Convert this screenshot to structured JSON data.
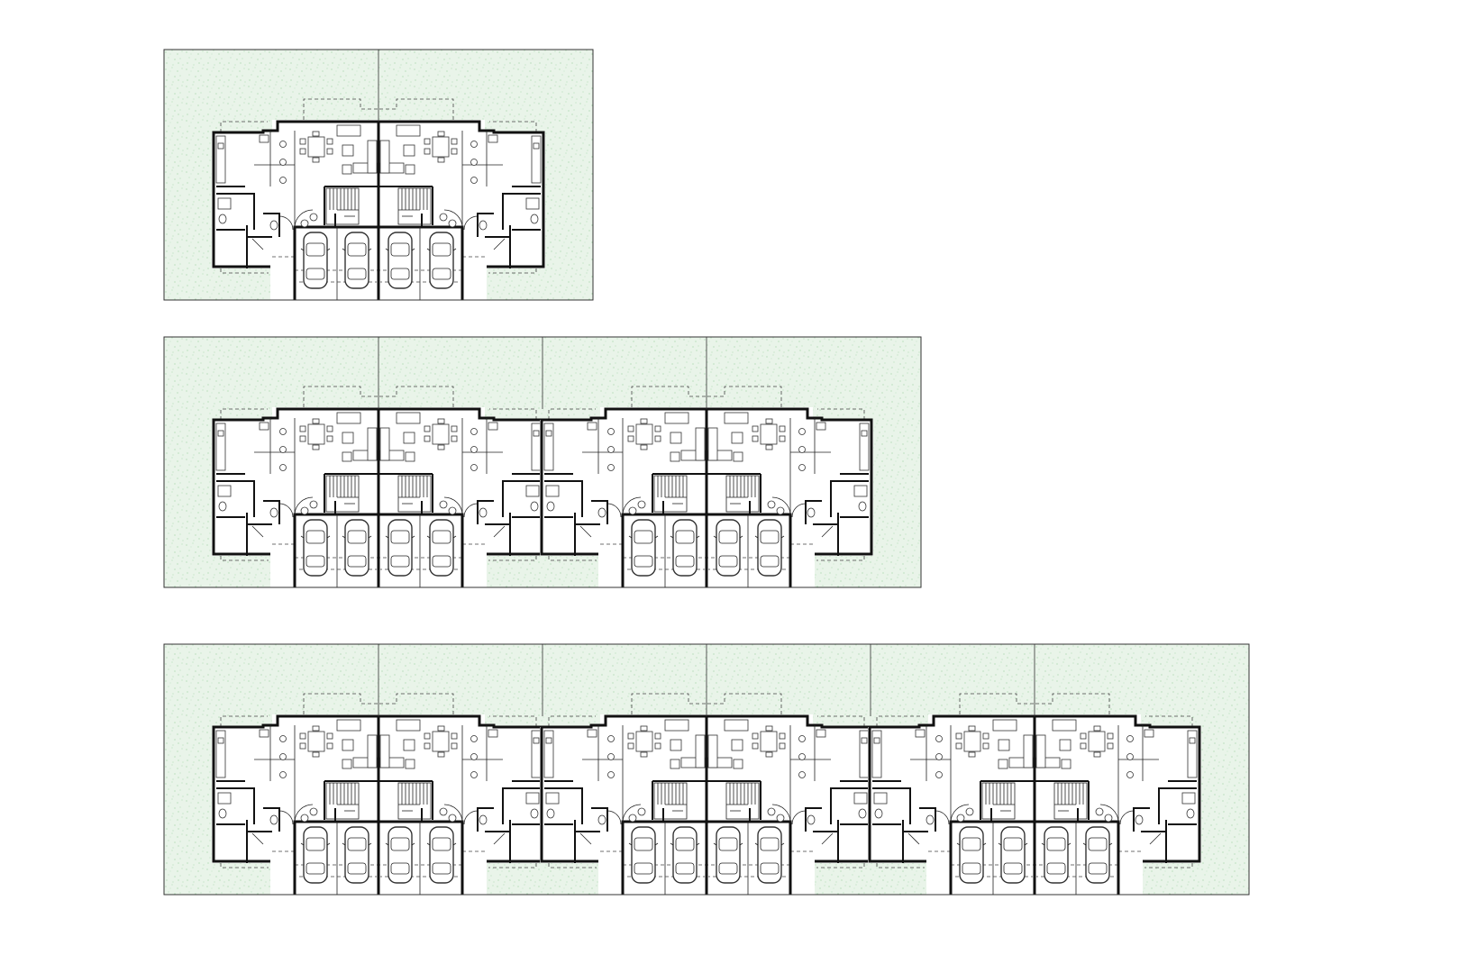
{
  "drawing": {
    "type": "terraced-house-site-plans",
    "colors": {
      "garden": "#e9f4e9",
      "garden_speckle": "#5fb46a",
      "wall": "#111111",
      "background": "#ffffff"
    },
    "plans": [
      {
        "name": "plan-one-pair",
        "pairs": 1
      },
      {
        "name": "plan-two-pairs",
        "pairs": 2
      },
      {
        "name": "plan-three-pairs",
        "pairs": 3
      }
    ],
    "cars_per_unit": 2
  }
}
